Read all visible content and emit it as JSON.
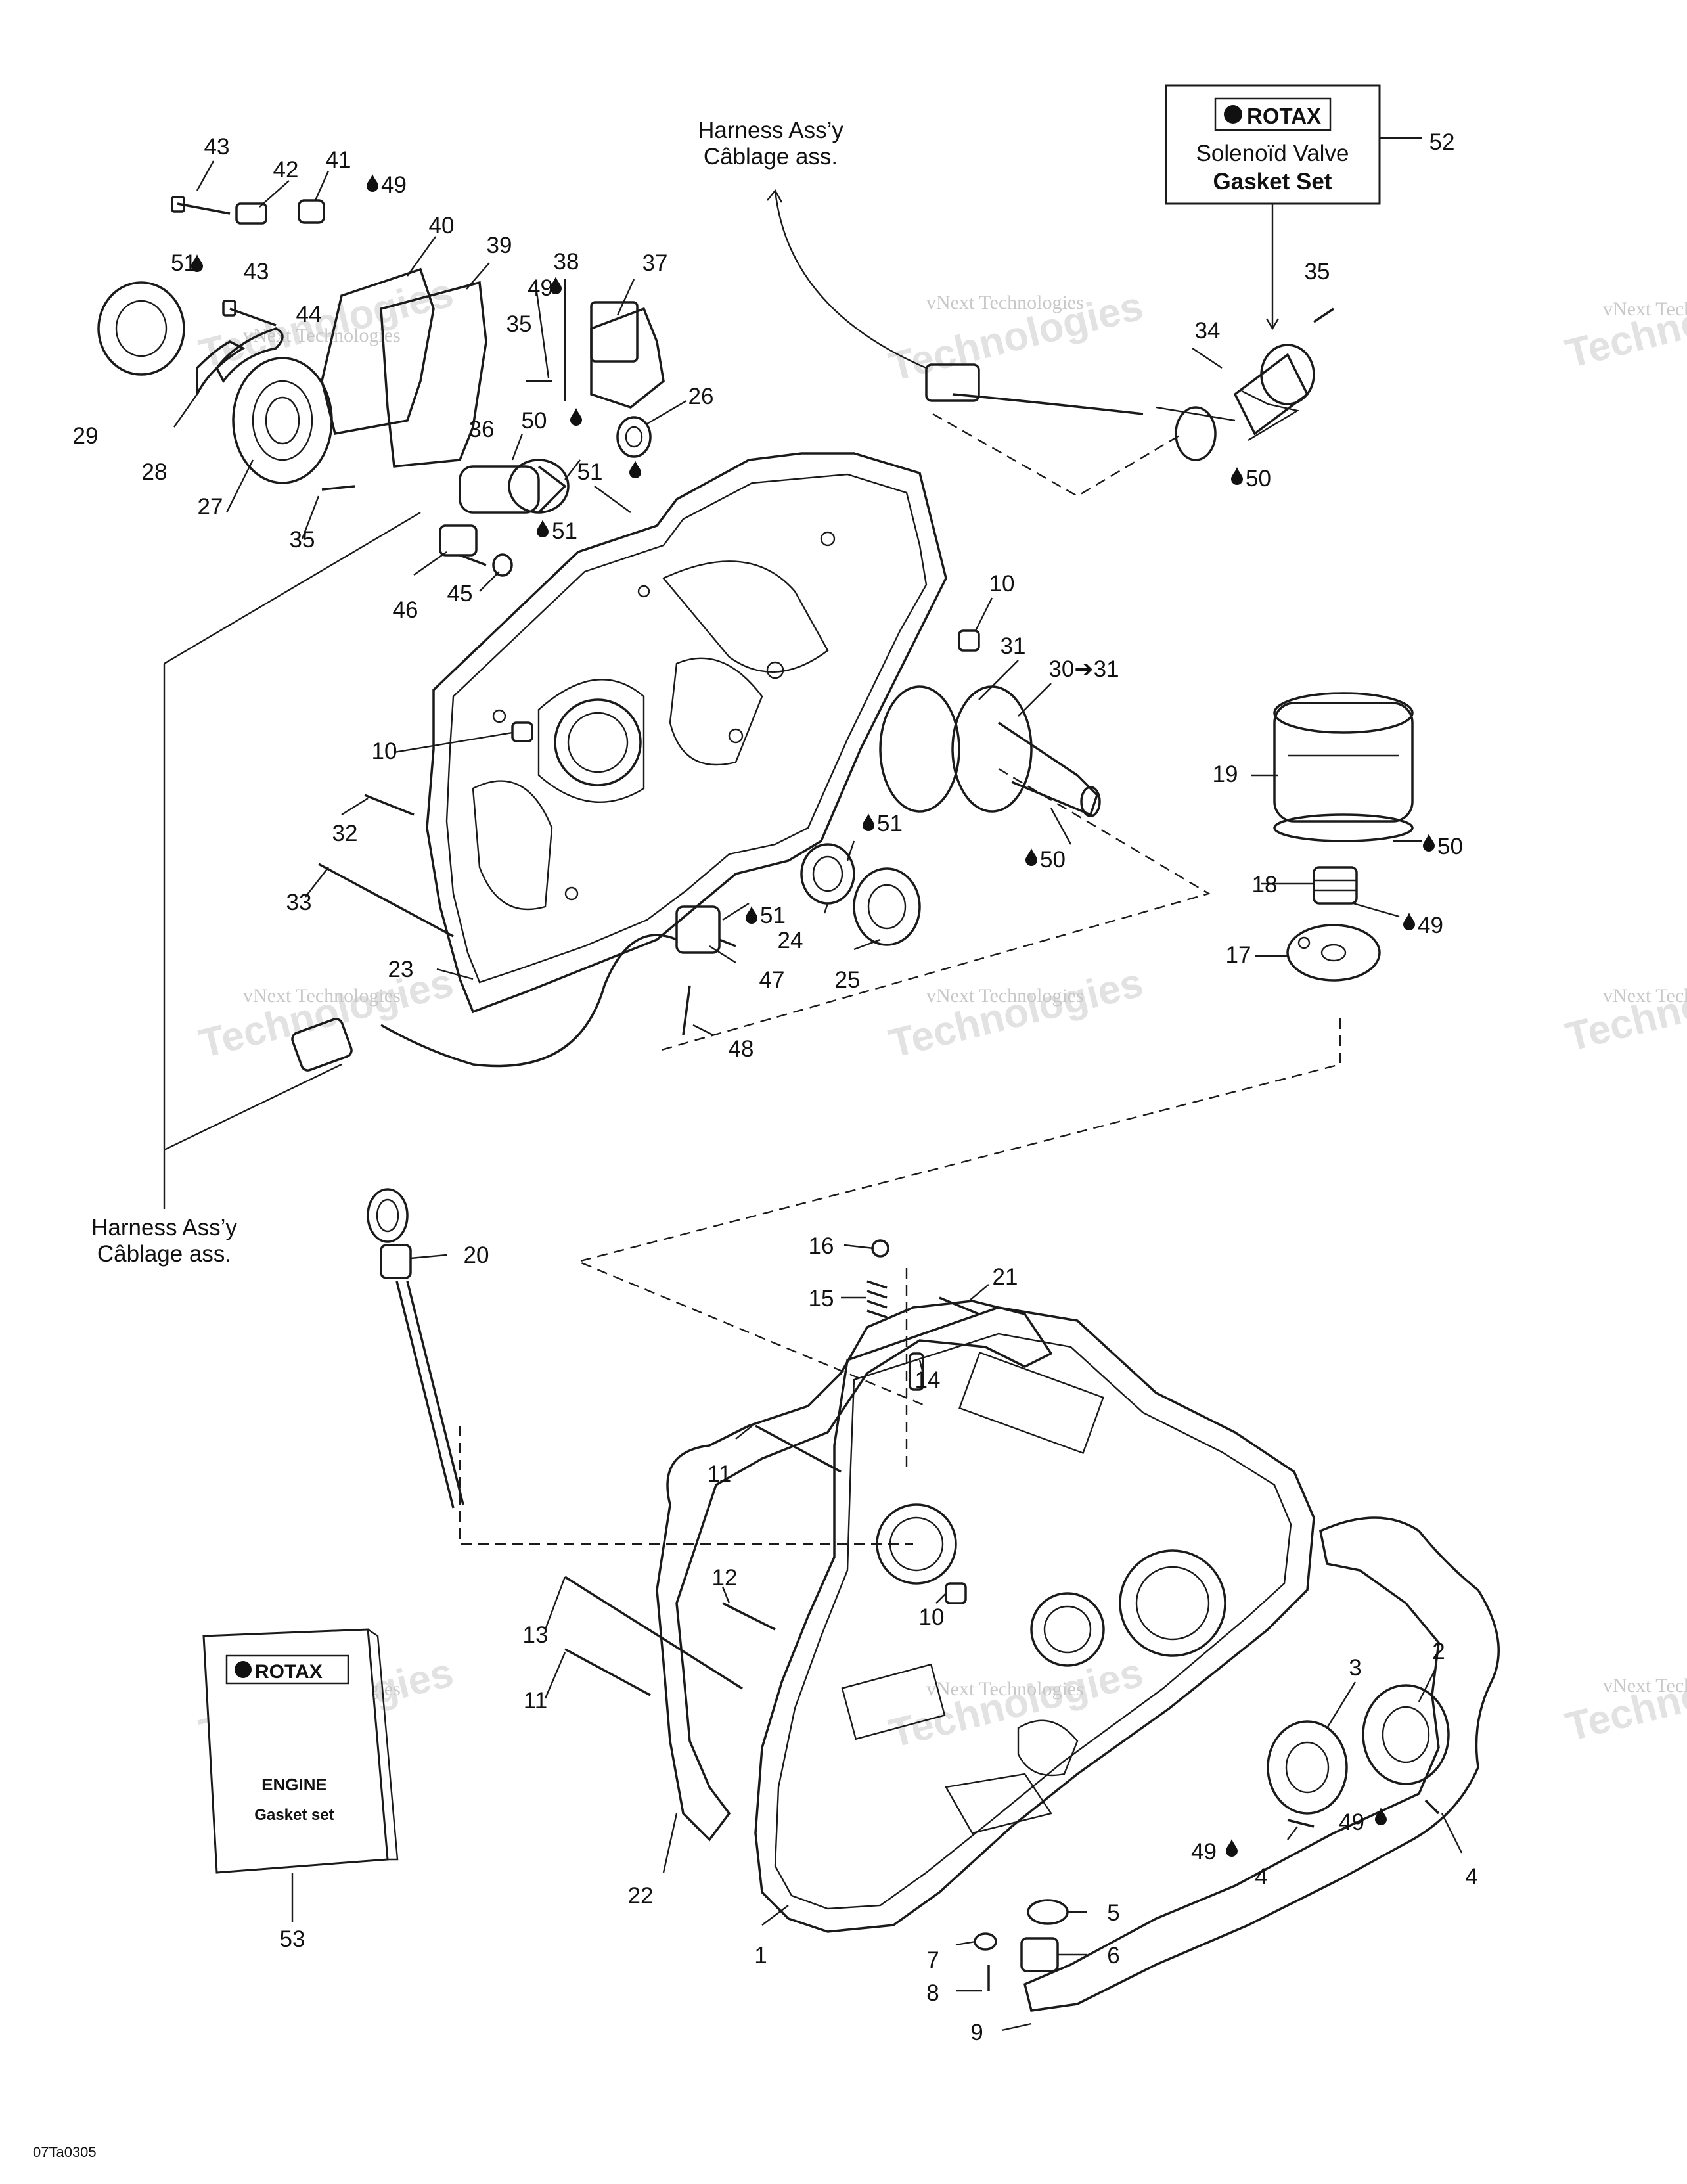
{
  "harness_top": {
    "line1": "Harness Ass’y",
    "line2": "Câblage ass."
  },
  "harness_left": {
    "line1": "Harness Ass’y",
    "line2": "Câblage ass."
  },
  "kit_box": {
    "brand": "ROTAX",
    "line1": "Solenoïd Valve",
    "line2": "Gasket Set"
  },
  "booklet": {
    "brand": "ROTAX",
    "title": "ENGINE",
    "subtitle": "Gasket set"
  },
  "watermark": {
    "line1": "vNext Technologies",
    "line2": "Technologies"
  },
  "drawing_code": "07Ta0305",
  "callouts": {
    "c1": "1",
    "c2": "2",
    "c3": "3",
    "c4a": "4",
    "c4b": "4",
    "c5": "5",
    "c6": "6",
    "c7": "7",
    "c8": "8",
    "c9": "9",
    "c10a": "10",
    "c10b": "10",
    "c10c": "10",
    "c11a": "11",
    "c11b": "11",
    "c12": "12",
    "c13": "13",
    "c14": "14",
    "c15": "15",
    "c16": "16",
    "c17": "17",
    "c18": "18",
    "c19": "19",
    "c20": "20",
    "c21": "21",
    "c22": "22",
    "c23": "23",
    "c24": "24",
    "c25": "25",
    "c26": "26",
    "c27": "27",
    "c28": "28",
    "c29": "29",
    "c30": "30➔31",
    "c31": "31",
    "c32": "32",
    "c33": "33",
    "c34": "34",
    "c35a": "35",
    "c35b": "35",
    "c35c": "35",
    "c36": "36",
    "c37": "37",
    "c38": "38",
    "c39": "39",
    "c40": "40",
    "c41": "41",
    "c42": "42",
    "c43a": "43",
    "c43b": "43",
    "c44": "44",
    "c45": "45",
    "c46": "46",
    "c47": "47",
    "c48": "48",
    "c49a": "49",
    "c49b": "49",
    "c49c": "49",
    "c49d": "49",
    "c49e": "49",
    "c50a": "50",
    "c50b": "50",
    "c50c": "50",
    "c50d": "50",
    "c51a": "51",
    "c51b": "51",
    "c51c": "51",
    "c51d": "51",
    "c51e": "51",
    "c52": "52",
    "c53": "53"
  }
}
